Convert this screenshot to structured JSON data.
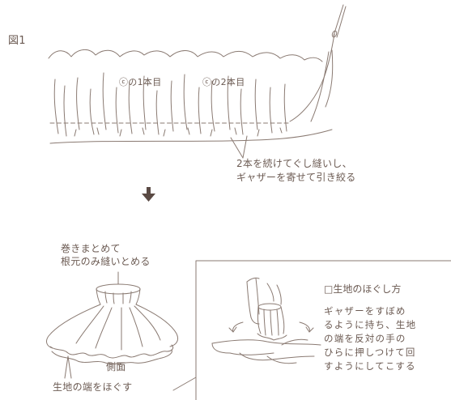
{
  "figure_label": "図1",
  "top_section": {
    "stitch_label_1": "ⓒの1本目",
    "stitch_label_2": "ⓒの2本目",
    "instruction_lines": [
      "2本を続けてぐし縫いし、",
      "ギャザーを寄せて引き絞る"
    ]
  },
  "arrow_icon": "down-arrow-icon",
  "bottom_section": {
    "top_note_lines": [
      "巻きまとめて",
      "根元のみ縫いとめる"
    ],
    "side_view_label": "側面",
    "edge_note": "生地の端をほぐす"
  },
  "detail_panel": {
    "title": "□生地のほぐし方",
    "body_lines": [
      "ギャザーをすぼめ",
      "るように持ち、生地",
      "の端を反対の手の",
      "ひらに押しつけて回",
      "すようにしてこする"
    ]
  },
  "colors": {
    "line": "#8a7a72",
    "text": "#6b5a52",
    "arrow": "#5a4a44",
    "background": "#ffffff"
  }
}
